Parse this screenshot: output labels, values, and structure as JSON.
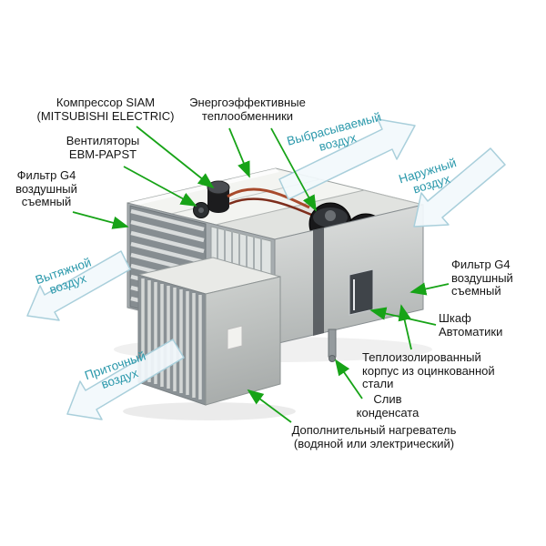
{
  "colors": {
    "label_text": "#161616",
    "airflow_text": "#2a98ab",
    "leader_green": "#17a317",
    "airflow_fill": "#f2f9fc",
    "airflow_stroke": "#a9cfdb"
  },
  "labels": {
    "compressor": [
      "Компрессор SIAM",
      "(MITSUBISHI ELECTRIC)"
    ],
    "heat_exchangers": [
      "Энергоэффективные",
      "теплообменники"
    ],
    "fans": [
      "Вентиляторы",
      "EBM-PAPST"
    ],
    "filter_left": [
      "Фильтр G4",
      "воздушный",
      "съемный"
    ],
    "filter_right": [
      "Фильтр G4",
      "воздушный",
      "съемный"
    ],
    "control_cabinet": [
      "Шкаф",
      "Автоматики"
    ],
    "insulated_casing": [
      "Теплоизолированный",
      "корпус из оцинкованной",
      "стали"
    ],
    "condensate_drain": [
      "Слив",
      "конденсата"
    ],
    "heater": [
      "Дополнительный нагреватель",
      "(водяной или электрический)"
    ],
    "exhaust_air": [
      "Выбрасываемый",
      "воздух"
    ],
    "outdoor_air": [
      "Наружный",
      "воздух"
    ],
    "extract_air": [
      "Вытяжной",
      "воздух"
    ],
    "supply_air": [
      "Приточный",
      "воздух"
    ]
  }
}
